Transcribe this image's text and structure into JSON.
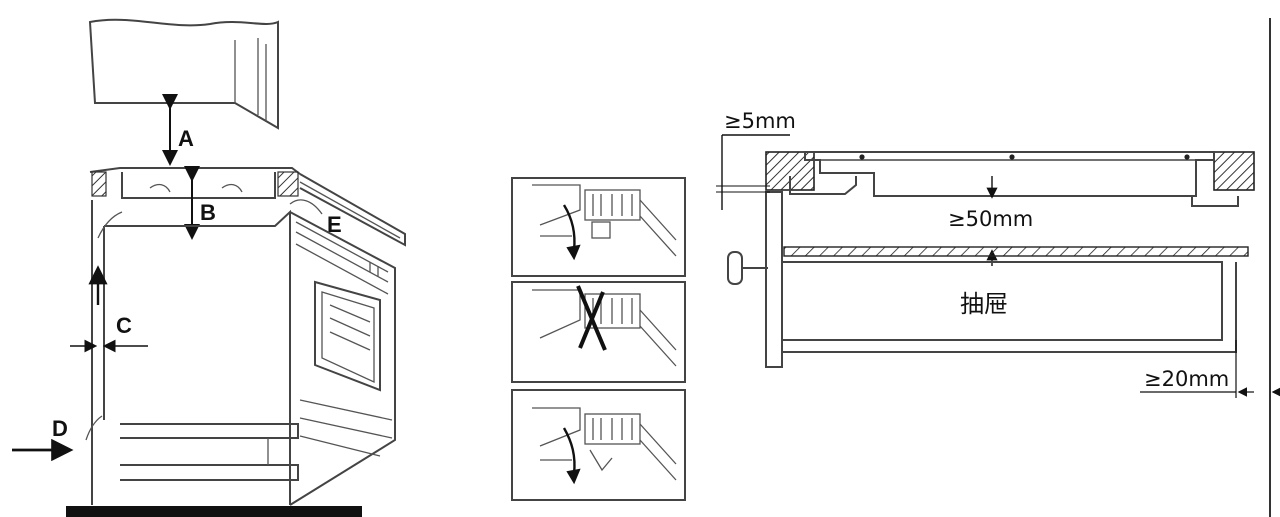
{
  "figure_left": {
    "labels": {
      "a": "A",
      "b": "B",
      "c": "C",
      "d": "D",
      "e": "E"
    }
  },
  "figure_middle": {
    "panels": [
      "correct",
      "incorrect",
      "correct"
    ]
  },
  "figure_right": {
    "dim_top_gap": "≥5mm",
    "dim_under_hob": "≥50mm",
    "drawer_label": "抽屉",
    "dim_wall_gap": "≥20mm"
  },
  "colors": {
    "line": "#444444",
    "ink": "#111111",
    "hatch": "#333333",
    "background": "#ffffff"
  }
}
